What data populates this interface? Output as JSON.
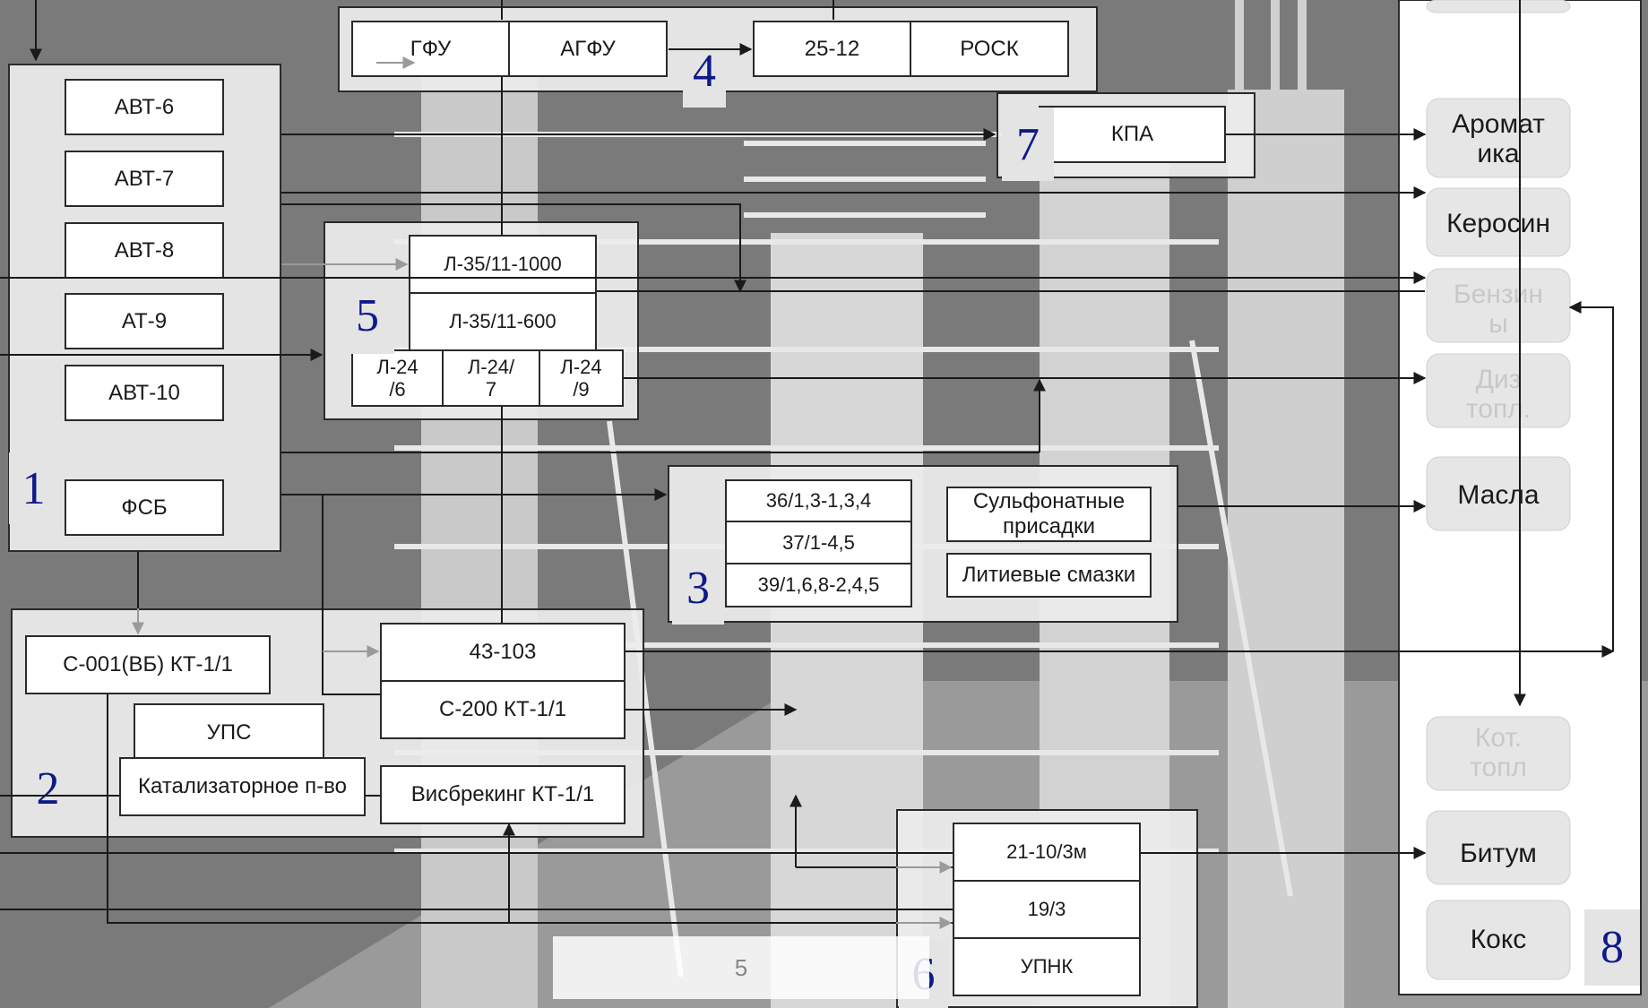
{
  "colors": {
    "number": "#0f1a8a",
    "line": "#1a1a1a"
  },
  "group1": {
    "num": "1",
    "units": [
      "АВТ-6",
      "АВТ-7",
      "АВТ-8",
      "АТ-9",
      "АВТ-10",
      "ФСБ"
    ]
  },
  "group2": {
    "num": "2",
    "c001": "С-001(ВБ) КТ-1/1",
    "ups": "УПС",
    "catalyst": "Катализаторное п-во",
    "u43": "43-103",
    "c200": "С-200 КТ-1/1",
    "visbreaking": "Висбрекинг КТ-1/1"
  },
  "group3": {
    "num": "3",
    "u36": "36/1,3-1,3,4",
    "u37": "37/1-4,5",
    "u39": "39/1,6,8-2,4,5",
    "sulfonate": "Сульфонатные присадки",
    "lithium": "Литиевые смазки"
  },
  "group4": {
    "num": "4",
    "gfu": "ГФУ",
    "agfu": "АГФУ",
    "u2512": "25-12",
    "rosk": "РОСК"
  },
  "group5": {
    "num": "5",
    "l35_1000": "Л-35/11-1000",
    "l35_600": "Л-35/11-600",
    "l24_6": "Л-24 /6",
    "l24_7": "Л-24/ 7",
    "l24_9": "Л-24 /9"
  },
  "group6": {
    "num": "6",
    "u21": "21-10/3м",
    "u19": "19/3",
    "upnk": "УПНК"
  },
  "group7": {
    "num": "7",
    "kpa": "КПА"
  },
  "group8": {
    "num": "8",
    "products": [
      "Аромат ика",
      "Керосин",
      "Бензин ы",
      "Диз топл.",
      "Масла",
      "Кот. топл",
      "Битум",
      "Кокс"
    ]
  },
  "page_number": "5"
}
